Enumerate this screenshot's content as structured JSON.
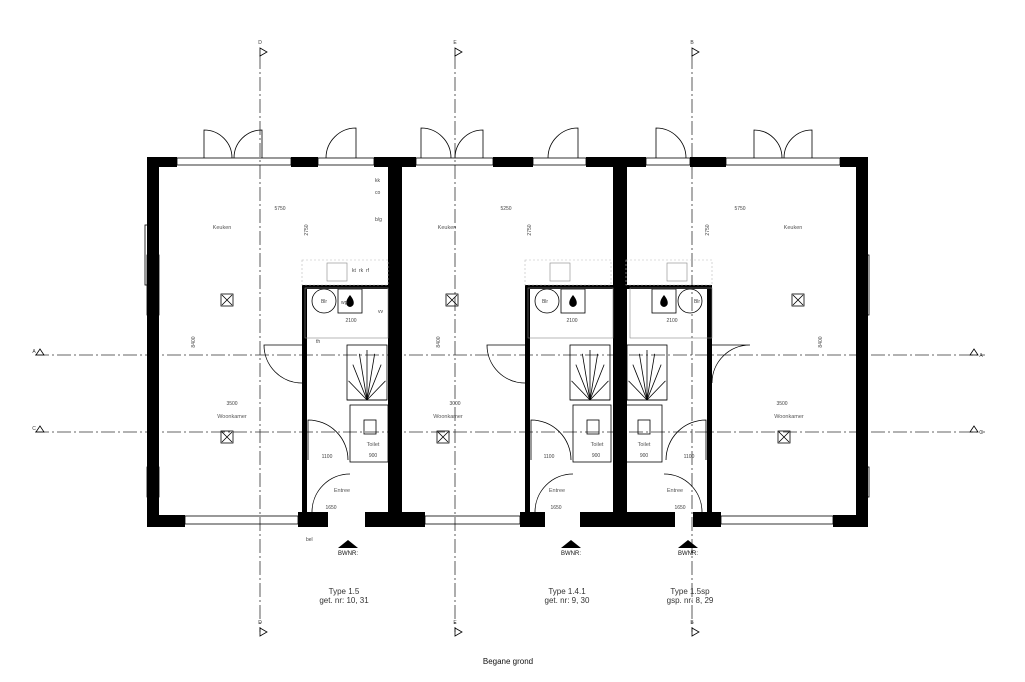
{
  "drawing": {
    "title": "Begane grond",
    "grid_labels": {
      "vertical": [
        "D",
        "E",
        "B"
      ],
      "horizontal": [
        "A",
        "C"
      ]
    },
    "entrance_marker": "BWNR:",
    "units": [
      {
        "type": "Type 1.5",
        "numbers": "get. nr: 10, 31",
        "rooms": {
          "kitchen": "Keuken",
          "living": "Woonkamer",
          "toilet": "Toilet",
          "entry": "Entree",
          "boiler": "Blr"
        },
        "dimensions": {
          "kitchen_width": "5750",
          "kitchen_depth": "2750",
          "depth": "8400",
          "living_width": "3500",
          "utility": "2100",
          "hall": "1100",
          "entry": "1650",
          "toilet": "900"
        }
      },
      {
        "type": "Type 1.4.1",
        "numbers": "get. nr: 9, 30",
        "rooms": {
          "kitchen": "Keuken",
          "living": "Woonkamer",
          "toilet": "Toilet",
          "entry": "Entree",
          "boiler": "Blr"
        },
        "dimensions": {
          "kitchen_width": "5250",
          "kitchen_depth": "2750",
          "depth": "8400",
          "living_width": "3000",
          "utility": "2100",
          "hall": "1100",
          "entry": "1650",
          "toilet": "900"
        }
      },
      {
        "type": "Type 1.5sp",
        "numbers": "gsp. nr: 8, 29",
        "rooms": {
          "kitchen": "Keuken",
          "living": "Woonkamer",
          "toilet": "Toilet",
          "entry": "Entree",
          "boiler": "Blr"
        },
        "dimensions": {
          "kitchen_width": "5750",
          "kitchen_depth": "2750",
          "depth": "8400",
          "living_width": "3500",
          "utility": "2100",
          "hall": "1100",
          "entry": "1650",
          "toilet": "900"
        }
      }
    ],
    "symbol_labels": [
      "kk",
      "co",
      "b/g",
      "kt",
      "rk",
      "rf",
      "wp",
      "vv",
      "th",
      "bel"
    ]
  }
}
